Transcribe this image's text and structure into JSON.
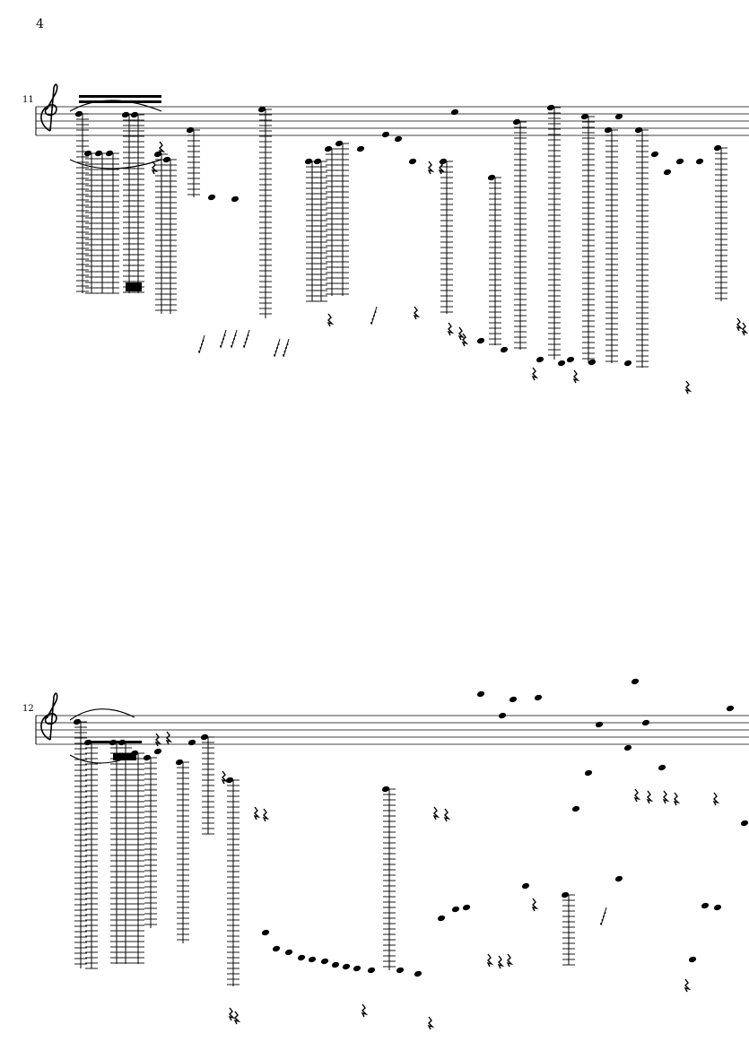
{
  "page": {
    "number": "4"
  },
  "systems": [
    {
      "measure_number": "11",
      "clef": "treble-clef"
    },
    {
      "measure_number": "12",
      "clef": "treble-clef"
    }
  ],
  "colors": {
    "ink": "#000000",
    "paper": "#ffffff"
  }
}
